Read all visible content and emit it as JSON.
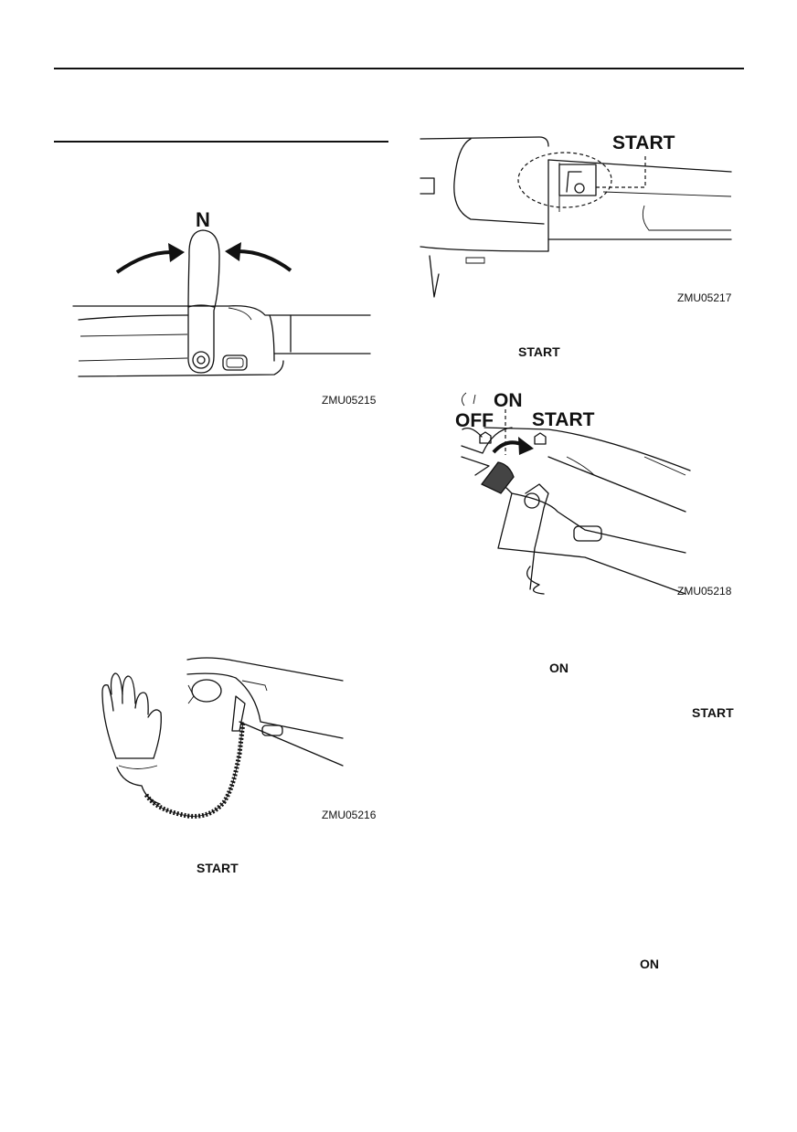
{
  "figures": [
    {
      "code": "ZMU05215",
      "callouts": [
        "N"
      ]
    },
    {
      "code": "ZMU05216",
      "callouts": []
    },
    {
      "code": "ZMU05217",
      "callouts": [
        "START"
      ]
    },
    {
      "code": "ZMU05218",
      "callouts": [
        "ON",
        "OFF",
        "START"
      ]
    }
  ],
  "text_words": {
    "start_a": "START",
    "start_b": "START",
    "on_a": "ON",
    "start_c": "START",
    "on_b": "ON"
  }
}
